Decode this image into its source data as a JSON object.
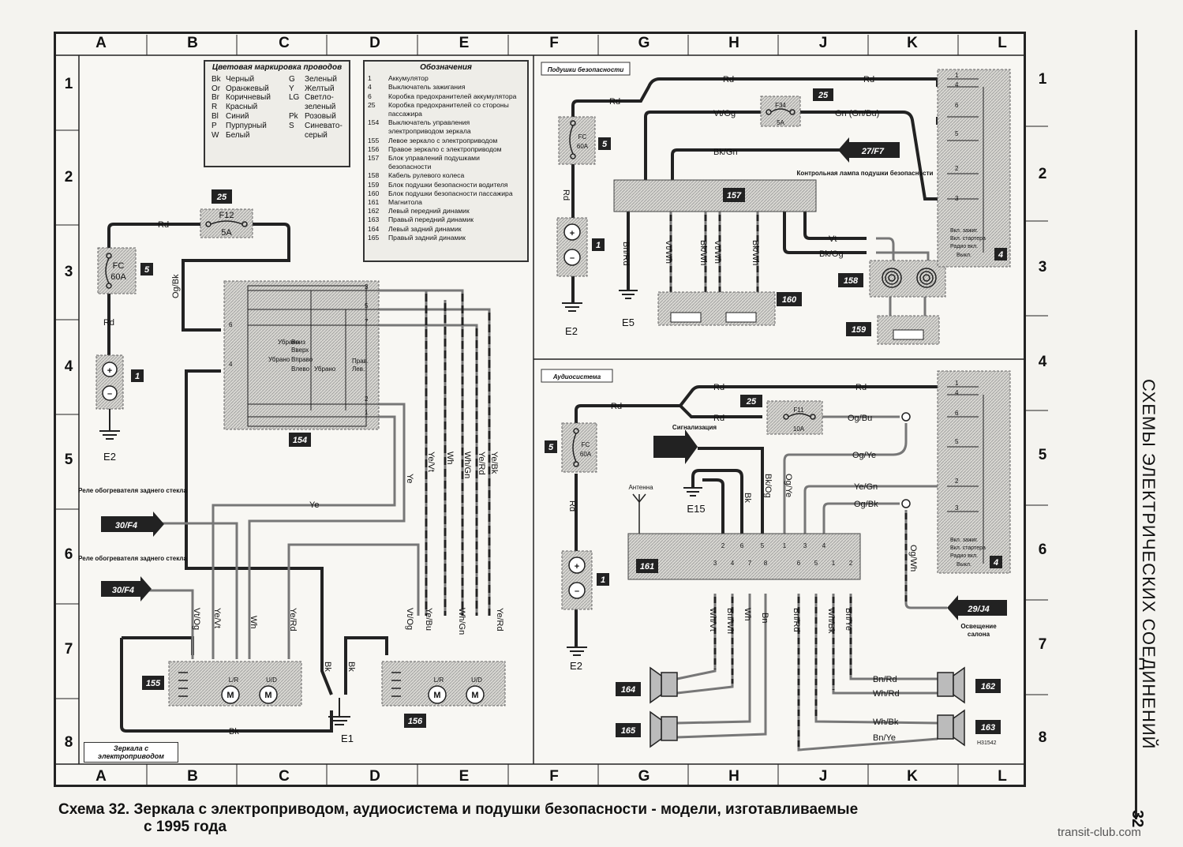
{
  "grid": {
    "columns": [
      "A",
      "B",
      "C",
      "D",
      "E",
      "F",
      "G",
      "H",
      "J",
      "K",
      "L"
    ],
    "rows": [
      "1",
      "2",
      "3",
      "4",
      "5",
      "6",
      "7",
      "8"
    ]
  },
  "color_legend": {
    "title": "Цветовая маркировка проводов",
    "left": [
      {
        "code": "Bk",
        "name": "Черный"
      },
      {
        "code": "Or",
        "name": "Оранжевый"
      },
      {
        "code": "Br",
        "name": "Коричневый"
      },
      {
        "code": "R",
        "name": "Красный"
      },
      {
        "code": "Bl",
        "name": "Синий"
      },
      {
        "code": "P",
        "name": "Пурпурный"
      },
      {
        "code": "W",
        "name": "Белый"
      }
    ],
    "right": [
      {
        "code": "G",
        "name": "Зеленый"
      },
      {
        "code": "Y",
        "name": "Желтый"
      },
      {
        "code": "LG",
        "name": "Светло-"
      },
      {
        "code": "",
        "name": "зеленый"
      },
      {
        "code": "Pk",
        "name": "Розовый"
      },
      {
        "code": "S",
        "name": "Синевато-"
      },
      {
        "code": "",
        "name": "серый"
      }
    ]
  },
  "designations": {
    "title": "Обозначения",
    "items": [
      {
        "num": "1",
        "text": "Аккумулятор"
      },
      {
        "num": "4",
        "text": "Выключатель зажигания"
      },
      {
        "num": "6",
        "text": "Коробка предохранителей аккумулятора"
      },
      {
        "num": "25",
        "text": "Коробка предохранителей со стороны"
      },
      {
        "num": "",
        "text": "пассажира"
      },
      {
        "num": "154",
        "text": "Выключатель управления"
      },
      {
        "num": "",
        "text": "электроприводом зеркала"
      },
      {
        "num": "155",
        "text": "Левое зеркало с электроприводом"
      },
      {
        "num": "156",
        "text": "Правое зеркало с электроприводом"
      },
      {
        "num": "157",
        "text": "Блок управлений подушками"
      },
      {
        "num": "",
        "text": "безопасности"
      },
      {
        "num": "158",
        "text": "Кабель рулевого колеса"
      },
      {
        "num": "159",
        "text": "Блок подушки безопасности водителя"
      },
      {
        "num": "160",
        "text": "Блок подушки безопасности пассажира"
      },
      {
        "num": "161",
        "text": "Магнитола"
      },
      {
        "num": "162",
        "text": "Левый передний динамик"
      },
      {
        "num": "163",
        "text": "Правый передний динамик"
      },
      {
        "num": "164",
        "text": "Левый задний динамик"
      },
      {
        "num": "165",
        "text": "Правый задний динамик"
      }
    ]
  },
  "sections": {
    "airbags": "Подушки безопасности",
    "audio": "Аудиосистема",
    "mirrors": "Зеркала с электроприводом"
  },
  "mirror_circuit": {
    "wires": {
      "rd": "Rd",
      "og_bk": "Og/Bk",
      "ye": "Ye",
      "ye_vt_top": "Ye/Vt",
      "wh": "Wh",
      "wh_gn": "Wh/Gn",
      "ye_rd": "Ye/Rd",
      "ye_bk": "Ye/Bk",
      "vt_og": "Vt/Og",
      "ye_vt": "Ye/Vt",
      "wh2": "Wh",
      "ye_rd2": "Ye/Rd",
      "vt_og2": "Vt/Og",
      "ye_bu": "Ye/Bu",
      "wh_gn2": "Wh/Gn",
      "ye_rd3": "Ye/Rd",
      "bk": "Bk",
      "bk2": "Bk",
      "bk3": "Bk",
      "bk4": "Bk"
    },
    "fuse_f12": {
      "name": "F12",
      "rating": "5A",
      "box": "25"
    },
    "fuse_fc": {
      "name": "FC",
      "rating": "60A",
      "box": "5"
    },
    "battery": "1",
    "ground_e2": "E2",
    "ground_e1": "E1",
    "switch": "154",
    "switch_pins": [
      "3",
      "5",
      "7",
      "6",
      "4",
      "2",
      "1"
    ],
    "switch_labels": [
      "Убрано",
      "Вниз",
      "Вверх",
      "Убрано",
      "Вправо",
      "Влево",
      "Убрано",
      "Прав.",
      "Лев."
    ],
    "relay_note": "Реле обогревателя заднего стекла",
    "relay_ref1": "30/F4",
    "relay_ref2": "30/F4",
    "mirror_left": "155",
    "mirror_right": "156",
    "motor_lr": "L/R",
    "motor_ud": "U/D"
  },
  "airbag_circuit": {
    "wires": {
      "rd1": "Rd",
      "rd2": "Rd",
      "rd3": "Rd",
      "vt_og": "Vt/Og",
      "gn": "Gn (Gn/Bu)",
      "bk_gn": "Bk/Gn",
      "bn_rd": "Bn/Rd",
      "vt_wh": "Vt/Wh",
      "bk_wh1": "Bk/Wh",
      "vt_wh2": "Vt/Wh",
      "bk_wh2": "Bk/Wh",
      "vt": "Vt",
      "bk_og": "Bk/Og"
    },
    "fuse_f34": {
      "name": "F34",
      "rating": "5A",
      "box": "25"
    },
    "fuse_fc": {
      "name": "FC",
      "rating": "60A",
      "box": "5"
    },
    "battery": "1",
    "ground": "E5",
    "ground2": "E2",
    "ref_27f7": "27/F7",
    "lamp_note": "Контрольная лампа подушки безопасности",
    "unit_157": "157",
    "unit_158": "158",
    "unit_159": "159",
    "unit_160": "160",
    "ignition": "4",
    "ign_pins": [
      "1",
      "4",
      "6",
      "5",
      "2",
      "3"
    ],
    "ign_positions": [
      "Вкл. зажиг.",
      "Вкл. стартера",
      "Радио вкл.",
      "Выкл."
    ]
  },
  "audio_circuit": {
    "wires": {
      "rd1": "Rd",
      "rd2": "Rd",
      "rd3": "Rd",
      "rd4": "Rd",
      "og_bu": "Og/Bu",
      "og_ye": "Og/Ye",
      "og_ye2": "Og/Ye",
      "ye_gn": "Ye/Gn",
      "og_bk": "Og/Bk",
      "og_wh": "Og/Wh",
      "bk": "Bk",
      "bk_og": "Bk/Og",
      "wh_vt": "Wh/Vt",
      "bn_wh": "Bn/Wh",
      "wh": "Wh",
      "bn": "Bn",
      "bn_rd": "Bn/Rd",
      "wh_bk": "Wh/Bk",
      "bn_ye": "Bn/Ye",
      "sp_bn_rd": "Bn/Rd",
      "sp_wh_rd": "Wh/Rd",
      "sp_wh_bk": "Wh/Bk",
      "sp_bn_ye": "Bn/Ye"
    },
    "fuse_f11": {
      "name": "F11",
      "rating": "10A",
      "box": "25"
    },
    "fuse_fc": {
      "name": "FC",
      "rating": "60A",
      "box": "5"
    },
    "battery": "1",
    "ground_e2": "E2",
    "ground_e15": "E15",
    "antenna": "Антенна",
    "alarm": "Сигнализация",
    "radio": "161",
    "radio_top_pins": [
      "2",
      "6",
      "5",
      "1",
      "3",
      "4"
    ],
    "radio_bottom_pins": [
      "3",
      "4",
      "7",
      "8",
      "6",
      "5",
      "1",
      "2"
    ],
    "ref_29j4": "29/J4",
    "interior_light": "Освещение салона",
    "ignition": "4",
    "speakers": [
      "164",
      "165",
      "162",
      "163"
    ]
  },
  "caption": {
    "line1": "Схема 32. Зеркала с электроприводом, аудиосистема и подушки безопасности - модели, изготавливаемые",
    "line2": "с 1995 года"
  },
  "side_title": "СХЕМЫ ЭЛЕКТРИЧЕСКИХ СОЕДИНЕНИЙ",
  "page_number": "32",
  "drawing_no": "H31542",
  "watermark": "transit-club.com"
}
